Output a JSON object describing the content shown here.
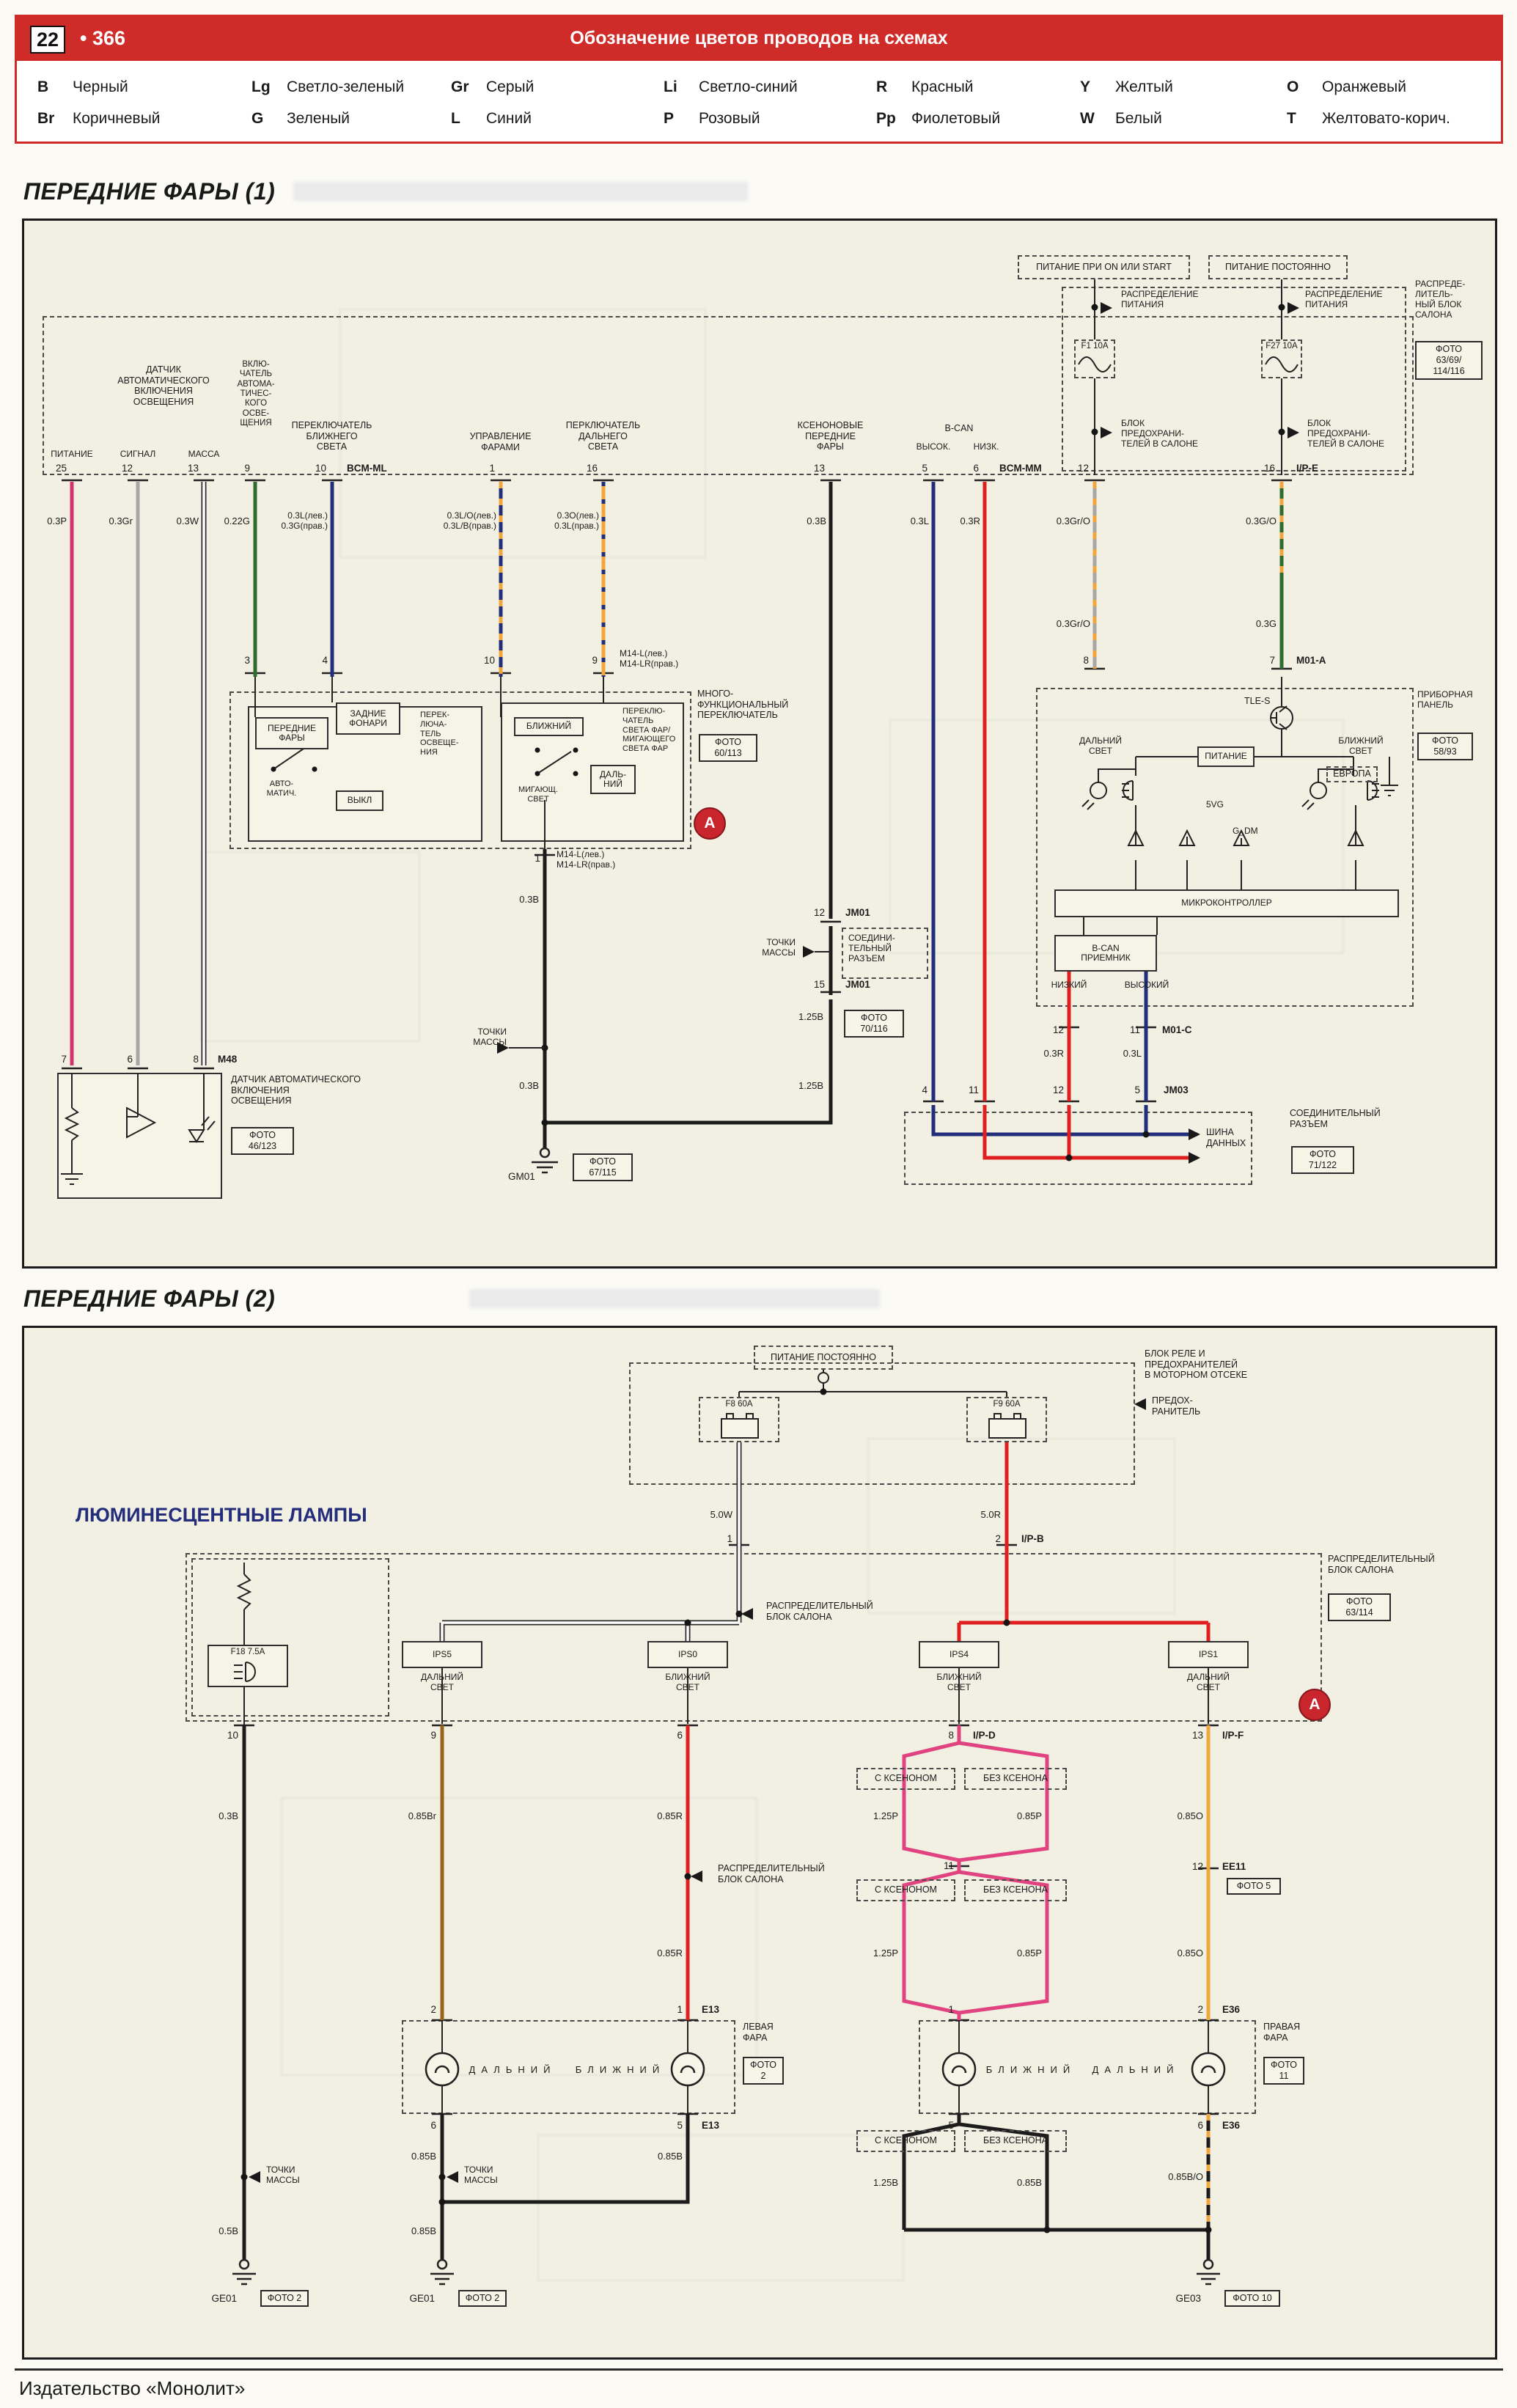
{
  "colors": {
    "accent_red": "#cf2b28",
    "paper": "#f2f0e2",
    "wire_pink": "#d6336c",
    "wire_gray": "#a6a6a6",
    "wire_white": "#ffffff",
    "wire_green": "#2f6b2f",
    "wire_blue": "#232e7a",
    "wire_orange": "#f0a63c",
    "wire_red": "#e01f1f",
    "wire_black": "#1c1c1c",
    "wire_brown": "#96651c",
    "wire_magenta": "#e0437f"
  },
  "icons": {
    "monolit_logo": "А",
    "fuse": "⌁",
    "battery": "▭",
    "ground": "⏚",
    "bulb": "◯",
    "headlamp": "◖"
  },
  "logo": {
    "glyph": "А"
  },
  "nums": {
    "1": "1",
    "2": "2",
    "3": "3",
    "4": "4",
    "5": "5",
    "6": "6",
    "7": "7",
    "8": "8",
    "9": "9",
    "10": "10",
    "11": "11",
    "12": "12",
    "13": "13",
    "15": "15",
    "16": "16",
    "25": "25"
  },
  "header": {
    "page_num": "22",
    "page_ref": "• 366",
    "title": "Обозначение цветов проводов на схемах"
  },
  "legend": {
    "items": [
      {
        "code": "B",
        "name": "Черный"
      },
      {
        "code": "Lg",
        "name": "Светло-зеленый"
      },
      {
        "code": "Gr",
        "name": "Серый"
      },
      {
        "code": "Li",
        "name": "Светло-синий"
      },
      {
        "code": "R",
        "name": "Красный"
      },
      {
        "code": "Y",
        "name": "Желтый"
      },
      {
        "code": "O",
        "name": "Оранжевый"
      },
      {
        "code": "Br",
        "name": "Коричневый"
      },
      {
        "code": "G",
        "name": "Зеленый"
      },
      {
        "code": "L",
        "name": "Синий"
      },
      {
        "code": "P",
        "name": "Розовый"
      },
      {
        "code": "Pp",
        "name": "Фиолетовый"
      },
      {
        "code": "W",
        "name": "Белый"
      },
      {
        "code": "T",
        "name": "Желтовато-корич."
      }
    ]
  },
  "d1": {
    "title": "ПЕРЕДНИЕ ФАРЫ (1)",
    "power_on": "ПИТАНИЕ ПРИ ON ИЛИ START",
    "power_const": "ПИТАНИЕ ПОСТОЯННО",
    "power_dist": "РАСПРЕДЕЛЕНИЕ\nПИТАНИЯ",
    "cabin_note": "РАСПРЕДЕ-\nЛИТЕЛЬ-\nНЫЙ БЛОК\nСАЛОНА",
    "fusebox_note": "БЛОК\nПРЕДОХРАНИ-\nТЕЛЕЙ В САЛОНЕ",
    "fuse_f1": "F1 10A",
    "fuse_f27": "F27 10A",
    "sensor_hdr": "ДАТЧИК\nАВТОМАТИЧЕСКОГО\nВКЛЮЧЕНИЯ\nОСВЕЩЕНИЯ",
    "pin_power": "ПИТАНИЕ",
    "pin_signal": "СИГНАЛ",
    "pin_mass": "МАССА",
    "auto_switch": "ВКЛЮ-\nЧАТЕЛЬ\nАВТОМА-\nТИЧЕС-\nКОГО\nОСВЕ-\nЩЕНИЯ",
    "low_switch": "ПЕРЕКЛЮЧАТЕЛЬ\nБЛИЖНЕГО\nСВЕТА",
    "ctrl": "УПРАВЛЕНИЕ\nФАРАМИ",
    "high_switch": "ПЕРКЛЮЧАТЕЛЬ\nДАЛЬНЕГО\nСВЕТА",
    "xenon": "КСЕНОНОВЫЕ\nПЕРЕДНИЕ\nФАРЫ",
    "bcan": "B-CAN",
    "bcan_high": "ВЫСОК.",
    "bcan_low": "НИЗК.",
    "conn": {
      "bcm_ml": "BCM-ML",
      "bcm_mm": "BCM-MM",
      "ipe": "I/P-E",
      "m14": "M14-L(лев.)\nM14-LR(прав.)",
      "m01a": "M01-A",
      "m01c": "M01-C",
      "jm01": "JM01",
      "jm03": "JM03",
      "m48": "M48",
      "gm01": "GM01"
    },
    "w": {
      "p": "0.3P",
      "gr": "0.3Gr",
      "wh": "0.3W",
      "g022": "0.22G",
      "lg": "0.3L(лев.)\n0.3G(прав.)",
      "lo": "0.3L/O(лев.)\n0.3L/B(прав.)",
      "ol": "0.3O(лев.)\n0.3L(прав.)",
      "b": "0.3B",
      "l": "0.3L",
      "r": "0.3R",
      "gro": "0.3Gr/O",
      "go": "0.3G/O",
      "g": "0.3G",
      "b125": "1.25B"
    },
    "mfs": {
      "front": "ПЕРЕДНИЕ\nФАРЫ",
      "rear": "ЗАДНИЕ\nФОНАРИ",
      "light_sw": "ПЕРЕК-\nЛЮЧА-\nТЕЛЬ\nОСВЕЩЕ-\nНИЯ",
      "auto": "АВТО-\nМАТИЧ.",
      "off": "ВЫКЛ",
      "low": "БЛИЖНИЙ",
      "flash": "МИГАЮЩ.\nСВЕТ",
      "high": "ДАЛЬ-\nНИЙ",
      "dip_sw": "ПЕРЕКЛЮ-\nЧАТЕЛЬ\nСВЕТА ФАР/\nМИГАЮЩЕГО\nСВЕТА ФАР",
      "name": "МНОГО-\nФУНКЦИОНАЛЬНЫЙ\nПЕРЕКЛЮЧАТЕЛЬ"
    },
    "panel": {
      "name": "ПРИБОРНАЯ\nПАНЕЛЬ",
      "tle": "TLE-S",
      "high": "ДАЛЬНИЙ\nСВЕТ",
      "pwr": "ПИТАНИЕ",
      "low": "БЛИЖНИЙ\nСВЕТ",
      "europe": "ЕВРОПА",
      "v5": "5VG",
      "gdm": "G_DM",
      "mcu": "МИКРОКОНТРОЛЛЕР",
      "bcan_rx": "B-CAN\nПРИЕМНИК",
      "low_sig": "НИЗКИЙ",
      "high_sig": "ВЫСОКИЙ"
    },
    "ground_p": "ТОЧКИ\nМАССЫ",
    "joint": "СОЕДИНИ-\nТЕЛЬНЫЙ\nРАЗЪЕМ",
    "joint2": "СОЕДИНИТЕЛЬНЫЙ\nРАЗЪЕМ",
    "bus": "ШИНА\nДАННЫХ",
    "sensor_b": "ДАТЧИК АВТОМАТИЧЕСКОГО\nВКЛЮЧЕНИЯ\nОСВЕЩЕНИЯ",
    "photo": {
      "cab": "ФОТО\n63/69/\n114/116",
      "mfs": "ФОТО\n60/113",
      "panel": "ФОТО\n58/93",
      "jm01": "ФОТО\n70/116",
      "sensor": "ФОТО\n46/123",
      "gm01": "ФОТО\n67/115",
      "jm03": "ФОТО\n71/122"
    }
  },
  "d2": {
    "title": "ПЕРЕДНИЕ ФАРЫ (2)",
    "power_const": "ПИТАНИЕ ПОСТОЯННО",
    "relay_box": "БЛОК РЕЛЕ И\nПРЕДОХРАНИТЕЛЕЙ\nВ МОТОРНОМ ОТСЕКЕ",
    "fuse_note": "ПРЕДОХ-\nРАНИТЕЛЬ",
    "fuse_f8": "F8 60A",
    "fuse_f9": "F9 60A",
    "fuse_f18": "F18 7.5A",
    "fluor": "ЛЮМИНЕСЦЕНТНЫЕ ЛАМПЫ",
    "cabin_block": "РАСПРЕДЕЛИТЕЛЬНЫЙ\nБЛОК САЛОНА",
    "ips": [
      "IPS5",
      "IPS0",
      "IPS4",
      "IPS1"
    ],
    "high_beam": "ДАЛЬНИЙ\nСВЕТ",
    "low_beam": "БЛИЖНИЙ\nСВЕТ",
    "with_xenon": "С КСЕНОНОМ",
    "no_xenon": "БЕЗ КСЕНОНА",
    "conn": {
      "ipb": "I/P-B",
      "ipd": "I/P-D",
      "ipf": "I/P-F",
      "e13": "E13",
      "e36": "E36",
      "ee11": "EE11",
      "ge01": "GE01",
      "ge03": "GE03"
    },
    "w": {
      "w5": "5.0W",
      "r5": "5.0R",
      "b03": "0.3B",
      "br": "0.85Br",
      "r085": "0.85R",
      "p125": "1.25P",
      "p085": "0.85P",
      "o085": "0.85O",
      "b085": "0.85B",
      "b125": "1.25B",
      "bo": "0.85B/O",
      "b05": "0.5B"
    },
    "lamp_left": "ЛЕВАЯ\nФАРА",
    "lamp_right": "ПРАВАЯ\nФАРА",
    "bulb_high": "ДАЛЬНИЙ",
    "bulb_low": "БЛИЖНИЙ",
    "ground_p": "ТОЧКИ\nМАССЫ",
    "photo": {
      "cab": "ФОТО\n63/114",
      "ee11": "ФОТО 5",
      "left": "ФОТО\n2",
      "right": "ФОТО\n11",
      "ge01": "ФОТО 2",
      "ge03": "ФОТО 10"
    }
  },
  "footer": {
    "publisher": "Издательство «Монолит»"
  }
}
